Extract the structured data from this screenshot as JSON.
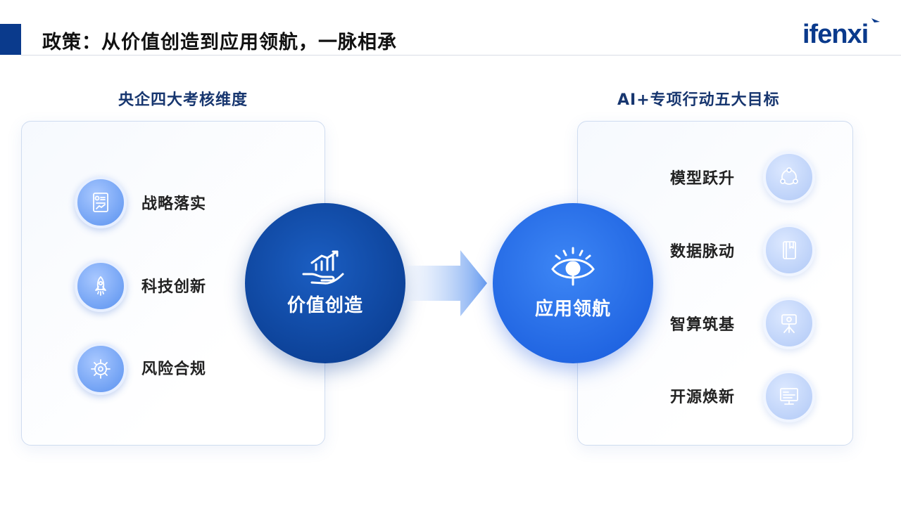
{
  "header": {
    "title": "政策：从价值创造到应用领航，一脉相承",
    "brand": "ifenxi"
  },
  "left": {
    "heading": "央企四大考核维度",
    "items": [
      {
        "label": "战略落实",
        "icon": "document-chart-icon"
      },
      {
        "label": "科技创新",
        "icon": "rocket-icon"
      },
      {
        "label": "风险合规",
        "icon": "gear-check-icon"
      }
    ]
  },
  "center": {
    "source": {
      "label": "价值创造",
      "icon": "hand-growth-chart-icon"
    },
    "target": {
      "label": "应用领航",
      "icon": "eye-magnifier-icon"
    }
  },
  "right": {
    "heading": "AI+专项行动五大目标",
    "items": [
      {
        "label": "模型跃升",
        "icon": "network-nodes-icon"
      },
      {
        "label": "数据脉动",
        "icon": "book-icon"
      },
      {
        "label": "智算筑基",
        "icon": "server-tripod-icon"
      },
      {
        "label": "开源焕新",
        "icon": "monitor-icon"
      }
    ]
  },
  "colors": {
    "navy": "#0a3a8c",
    "deep_blue": "#0b3f94",
    "bright_blue": "#1e62e0",
    "icon_blue": "#6d9ff3",
    "heading_text": "#17366f"
  }
}
